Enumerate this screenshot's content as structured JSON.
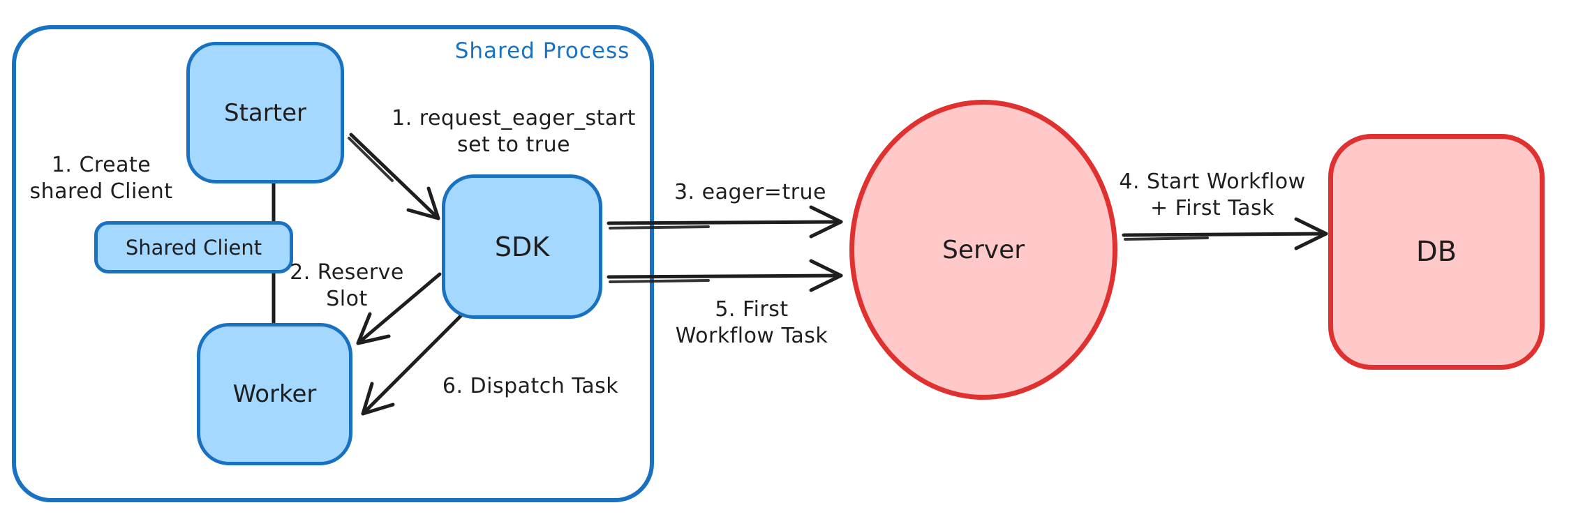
{
  "diagram_type": "hand-drawn architecture diagram",
  "colors": {
    "blue_stroke": "#1971c2",
    "blue_fill": "#a5d8ff",
    "red_stroke": "#e03131",
    "red_fill": "#ffc9c9",
    "ink": "#1e1e1e",
    "canvas": "#ffffff"
  },
  "container": {
    "label": "Shared Process"
  },
  "nodes": {
    "starter": {
      "label": "Starter"
    },
    "shared_client": {
      "label": "Shared Client"
    },
    "sdk": {
      "label": "SDK"
    },
    "worker": {
      "label": "Worker"
    },
    "server": {
      "label": "Server"
    },
    "db": {
      "label": "DB"
    }
  },
  "annotations": {
    "create_client": "1. Create\nshared Client",
    "request_eager_start": "1. request_eager_start\nset to true",
    "reserve_slot": "2. Reserve\nSlot",
    "eager_true": "3. eager=true",
    "start_workflow": "4. Start Workflow\n+ First Task",
    "first_workflow_task": "5. First\nWorkflow Task",
    "dispatch_task": "6. Dispatch Task"
  },
  "edges": [
    {
      "from": "Starter",
      "to": "SDK",
      "annotation": "1. request_eager_start set to true"
    },
    {
      "from": "Starter",
      "to": "Worker",
      "via": "Shared Client",
      "annotation": "1. Create shared Client",
      "style": "plain-line"
    },
    {
      "from": "SDK",
      "to": "Worker",
      "annotation": "2. Reserve Slot"
    },
    {
      "from": "SDK",
      "to": "Server",
      "annotation": "3. eager=true"
    },
    {
      "from": "Server",
      "to": "DB",
      "annotation": "4. Start Workflow + First Task"
    },
    {
      "from": "SDK",
      "to": "Server",
      "annotation": "5. First Workflow Task"
    },
    {
      "from": "SDK",
      "to": "Worker",
      "annotation": "6. Dispatch Task"
    }
  ]
}
